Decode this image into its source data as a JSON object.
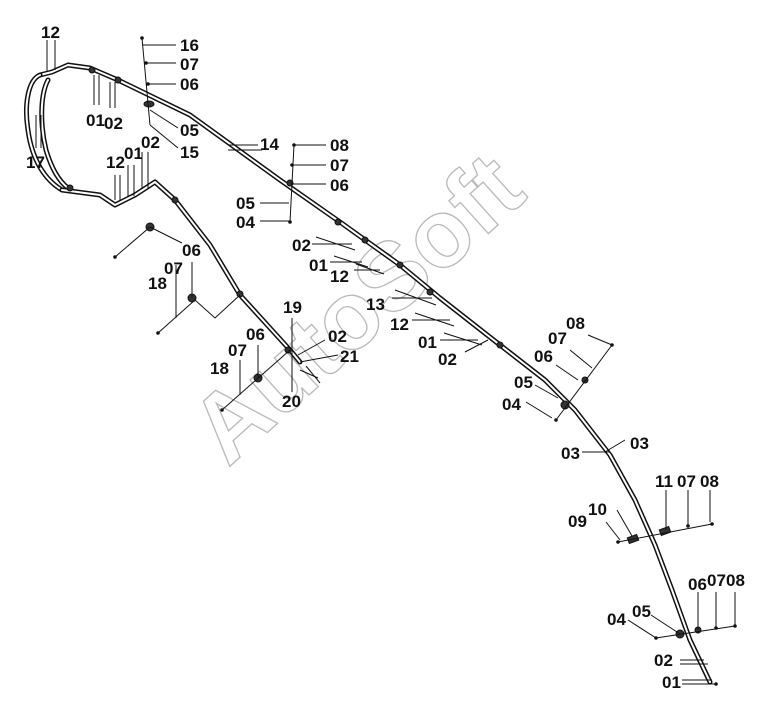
{
  "watermark": "AutoSoft",
  "callouts": [
    "12",
    "16",
    "07",
    "06",
    "01",
    "02",
    "05",
    "15",
    "14",
    "17",
    "12",
    "01",
    "02",
    "08",
    "07",
    "06",
    "05",
    "04",
    "02",
    "01",
    "12",
    "18",
    "07",
    "06",
    "13",
    "12",
    "01",
    "02",
    "19",
    "02",
    "21",
    "18",
    "07",
    "06",
    "20",
    "08",
    "07",
    "06",
    "05",
    "04",
    "03",
    "03",
    "11",
    "07",
    "08",
    "09",
    "10",
    "06",
    "07",
    "08",
    "04",
    "05",
    "02",
    "01"
  ]
}
